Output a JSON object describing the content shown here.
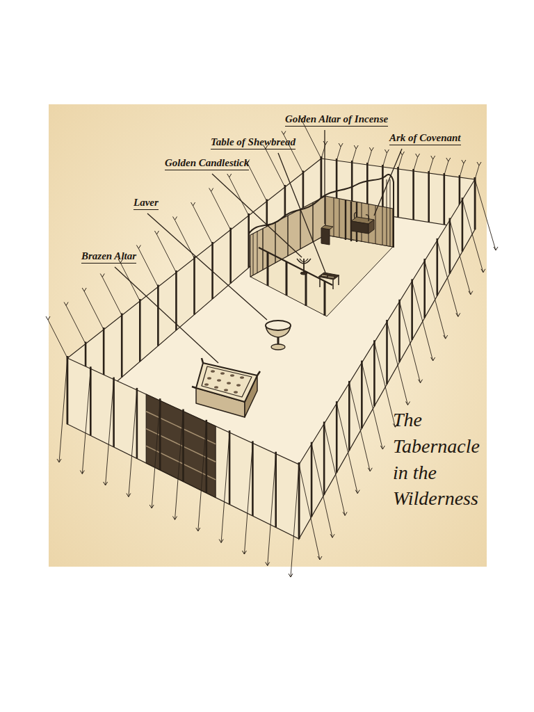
{
  "diagram": {
    "title": "The Tabernacle in the Wilderness",
    "labels": [
      "Golden Altar of Incense",
      "Ark of Covenant",
      "Table of Shewbread",
      "Golden Candlestick",
      "Laver",
      "Brazen Altar"
    ]
  }
}
